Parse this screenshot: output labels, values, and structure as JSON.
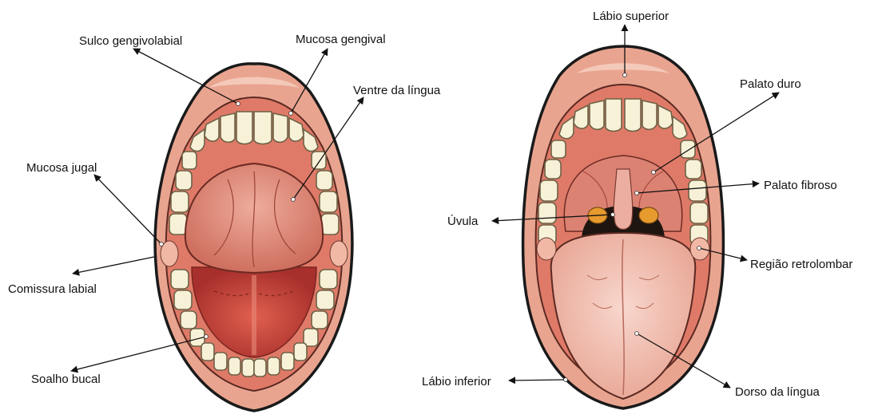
{
  "colors": {
    "lip": "#e9a48f",
    "lip_light": "#f4c9b9",
    "inner_mucosa": "#e07a68",
    "gum": "#ec8c80",
    "tooth": "#f7f1d8",
    "tongue_left": "#e2917f",
    "floor": "#c8413a",
    "tongue_right": "#f3c4b8",
    "palate": "#db8273",
    "throat": "#1e1510",
    "tonsil": "#e79a2e"
  },
  "left_figure": {
    "labels": {
      "sulco_gengivolabial": "Sulco gengivolabial",
      "mucosa_gengival": "Mucosa gengival",
      "ventre_lingua": "Ventre da língua",
      "mucosa_jugal": "Mucosa jugal",
      "comissura_labial": "Comissura labial",
      "soalho_bucal": "Soalho bucal"
    }
  },
  "right_figure": {
    "labels": {
      "labio_superior": "Lábio superior",
      "palato_duro": "Palato duro",
      "palato_fibroso": "Palato fibroso",
      "uvula": "Úvula",
      "regiao_retrolombar": "Região retrolombar",
      "labio_inferior": "Lábio inferior",
      "dorso_lingua": "Dorso da língua"
    }
  }
}
